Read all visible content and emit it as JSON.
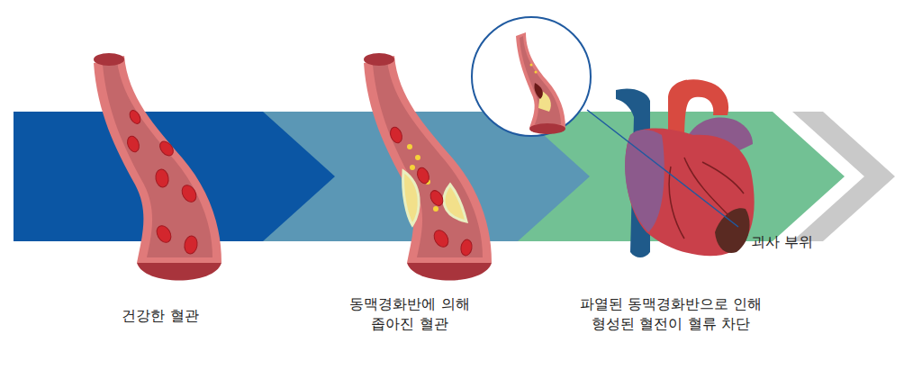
{
  "diagram": {
    "labels": [
      "건강한 혈관",
      "동맥경화반에 의해 좁아진 혈관",
      "파열된 동맥경화반으로 인해 형성된 혈전이 혈류 차단",
      "괴사 부위"
    ]
  }
}
